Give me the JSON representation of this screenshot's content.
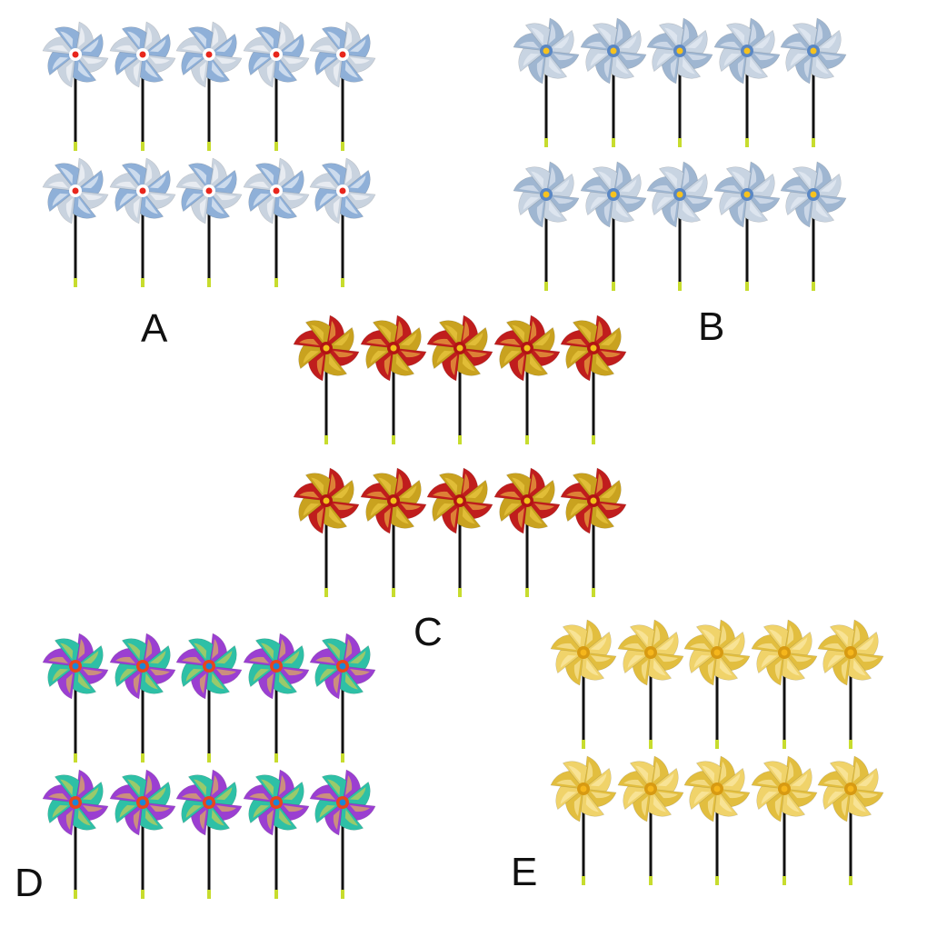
{
  "variants": [
    {
      "label": "A",
      "petal": "#c9d3df",
      "petal_alt": "#8fb0d8",
      "shine": "#ffffff",
      "center": "#e8261c",
      "center_ring": "#ffffff"
    },
    {
      "label": "B",
      "petal": "#9fb6d1",
      "petal_alt": "#c8d4e2",
      "shine": "#eef3fa",
      "center": "#f6c21e",
      "center_ring": "#5a87c4"
    },
    {
      "label": "C",
      "petal": "#c01d1d",
      "petal_alt": "#c9a21f",
      "shine": "#f4d34a",
      "center": "#f2c21b",
      "center_ring": "#b21414"
    },
    {
      "label": "D",
      "petal": "#9b3fd1",
      "petal_alt": "#2ec0a6",
      "shine": "#f2d23a",
      "center": "#1a87d8",
      "center_ring": "#e8461c"
    },
    {
      "label": "E",
      "petal": "#e2be3f",
      "petal_alt": "#f0d36a",
      "shine": "#fff1b8",
      "center": "#f5b61c",
      "center_ring": "#d79a12"
    }
  ],
  "stick": {
    "pole": "#111111",
    "cap": "#c7dc2e"
  },
  "rows_per_group": 2,
  "pinwheels_per_row": 5
}
